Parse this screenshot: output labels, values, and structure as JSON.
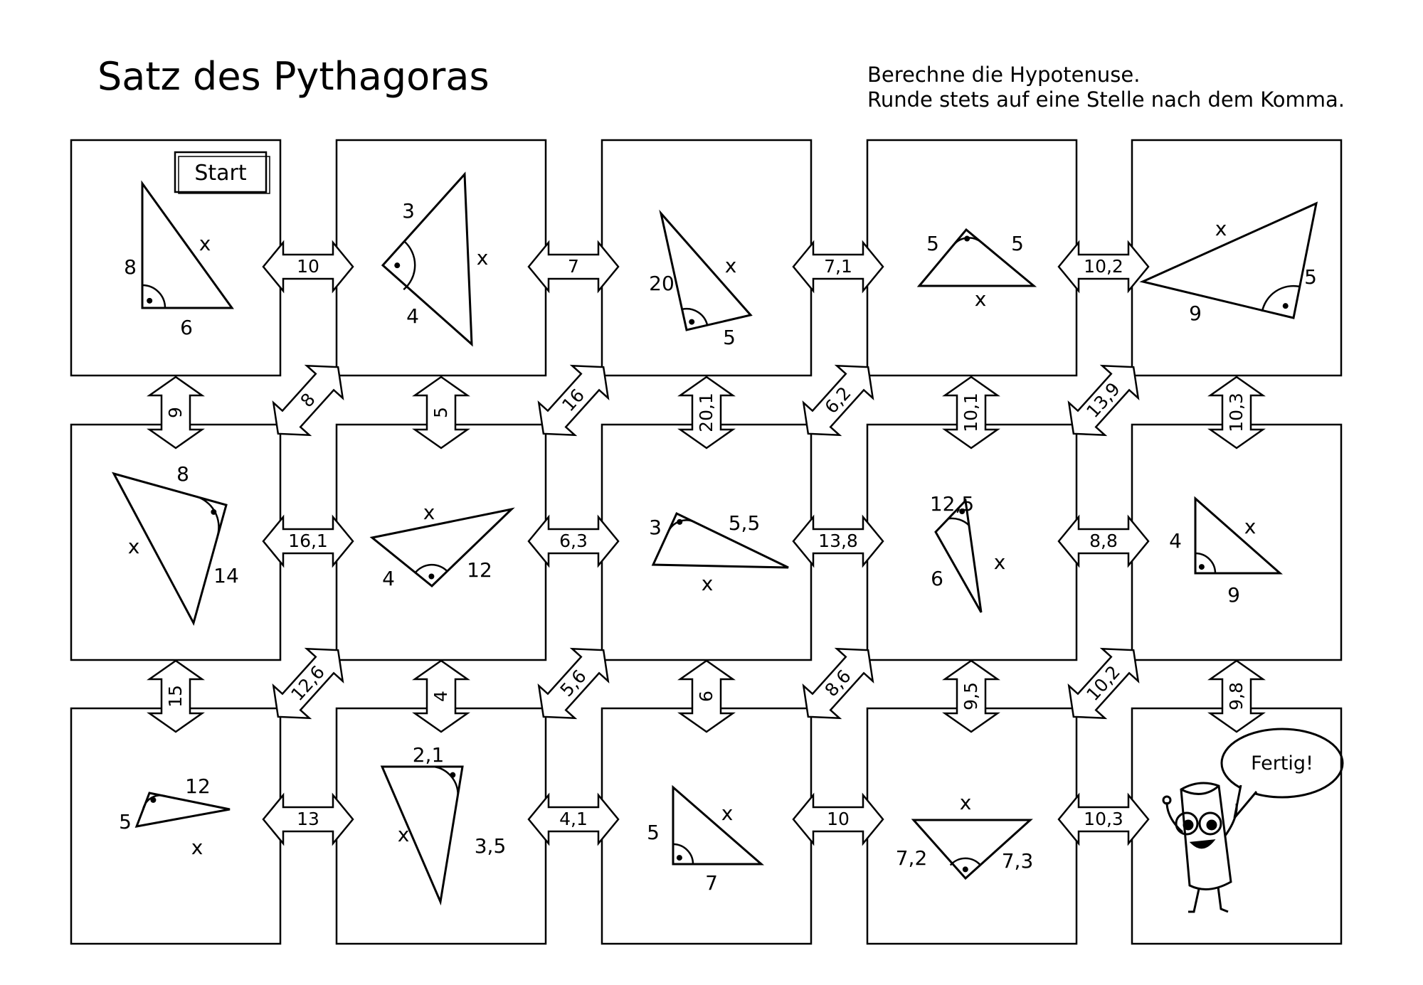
{
  "title": "Satz des Pythagoras",
  "instructions": [
    "Berechne die Hypotenuse.",
    "Runde stets auf eine Stelle nach dem Komma."
  ],
  "start_label": "Start",
  "finish_label": "Fertig!",
  "boxes": [
    {
      "labels": [
        "8",
        "x",
        "6"
      ]
    },
    {
      "labels": [
        "3",
        "x",
        "4"
      ]
    },
    {
      "labels": [
        "20",
        "x",
        "5"
      ]
    },
    {
      "labels": [
        "5",
        "5",
        "x"
      ]
    },
    {
      "labels": [
        "x",
        "5",
        "9"
      ]
    },
    {
      "labels": [
        "8",
        "x",
        "14"
      ]
    },
    {
      "labels": [
        "x",
        "4",
        "12"
      ]
    },
    {
      "labels": [
        "3",
        "5,5",
        "x"
      ]
    },
    {
      "labels": [
        "12,5",
        "x",
        "6"
      ]
    },
    {
      "labels": [
        "4",
        "x",
        "9"
      ]
    },
    {
      "labels": [
        "5",
        "12",
        "x"
      ]
    },
    {
      "labels": [
        "2,1",
        "x",
        "3,5"
      ]
    },
    {
      "labels": [
        "5",
        "x",
        "7"
      ]
    },
    {
      "labels": [
        "x",
        "7,2",
        "7,3"
      ]
    },
    {
      "labels": []
    }
  ],
  "arrows": {
    "horizontal": [
      [
        "10",
        "7",
        "7,1",
        "10,2"
      ],
      [
        "16,1",
        "6,3",
        "13,8",
        "8,8"
      ],
      [
        "13",
        "4,1",
        "10",
        "10,3"
      ]
    ],
    "vertical": [
      [
        "9",
        "5",
        "20,1",
        "10,1",
        "10,3"
      ],
      [
        "15",
        "4",
        "6",
        "9,5",
        "9,8"
      ]
    ],
    "diagonal": [
      [
        "8",
        "16",
        "6,2",
        "13,9"
      ],
      [
        "12,6",
        "5,6",
        "8,6",
        "10,2"
      ]
    ]
  }
}
